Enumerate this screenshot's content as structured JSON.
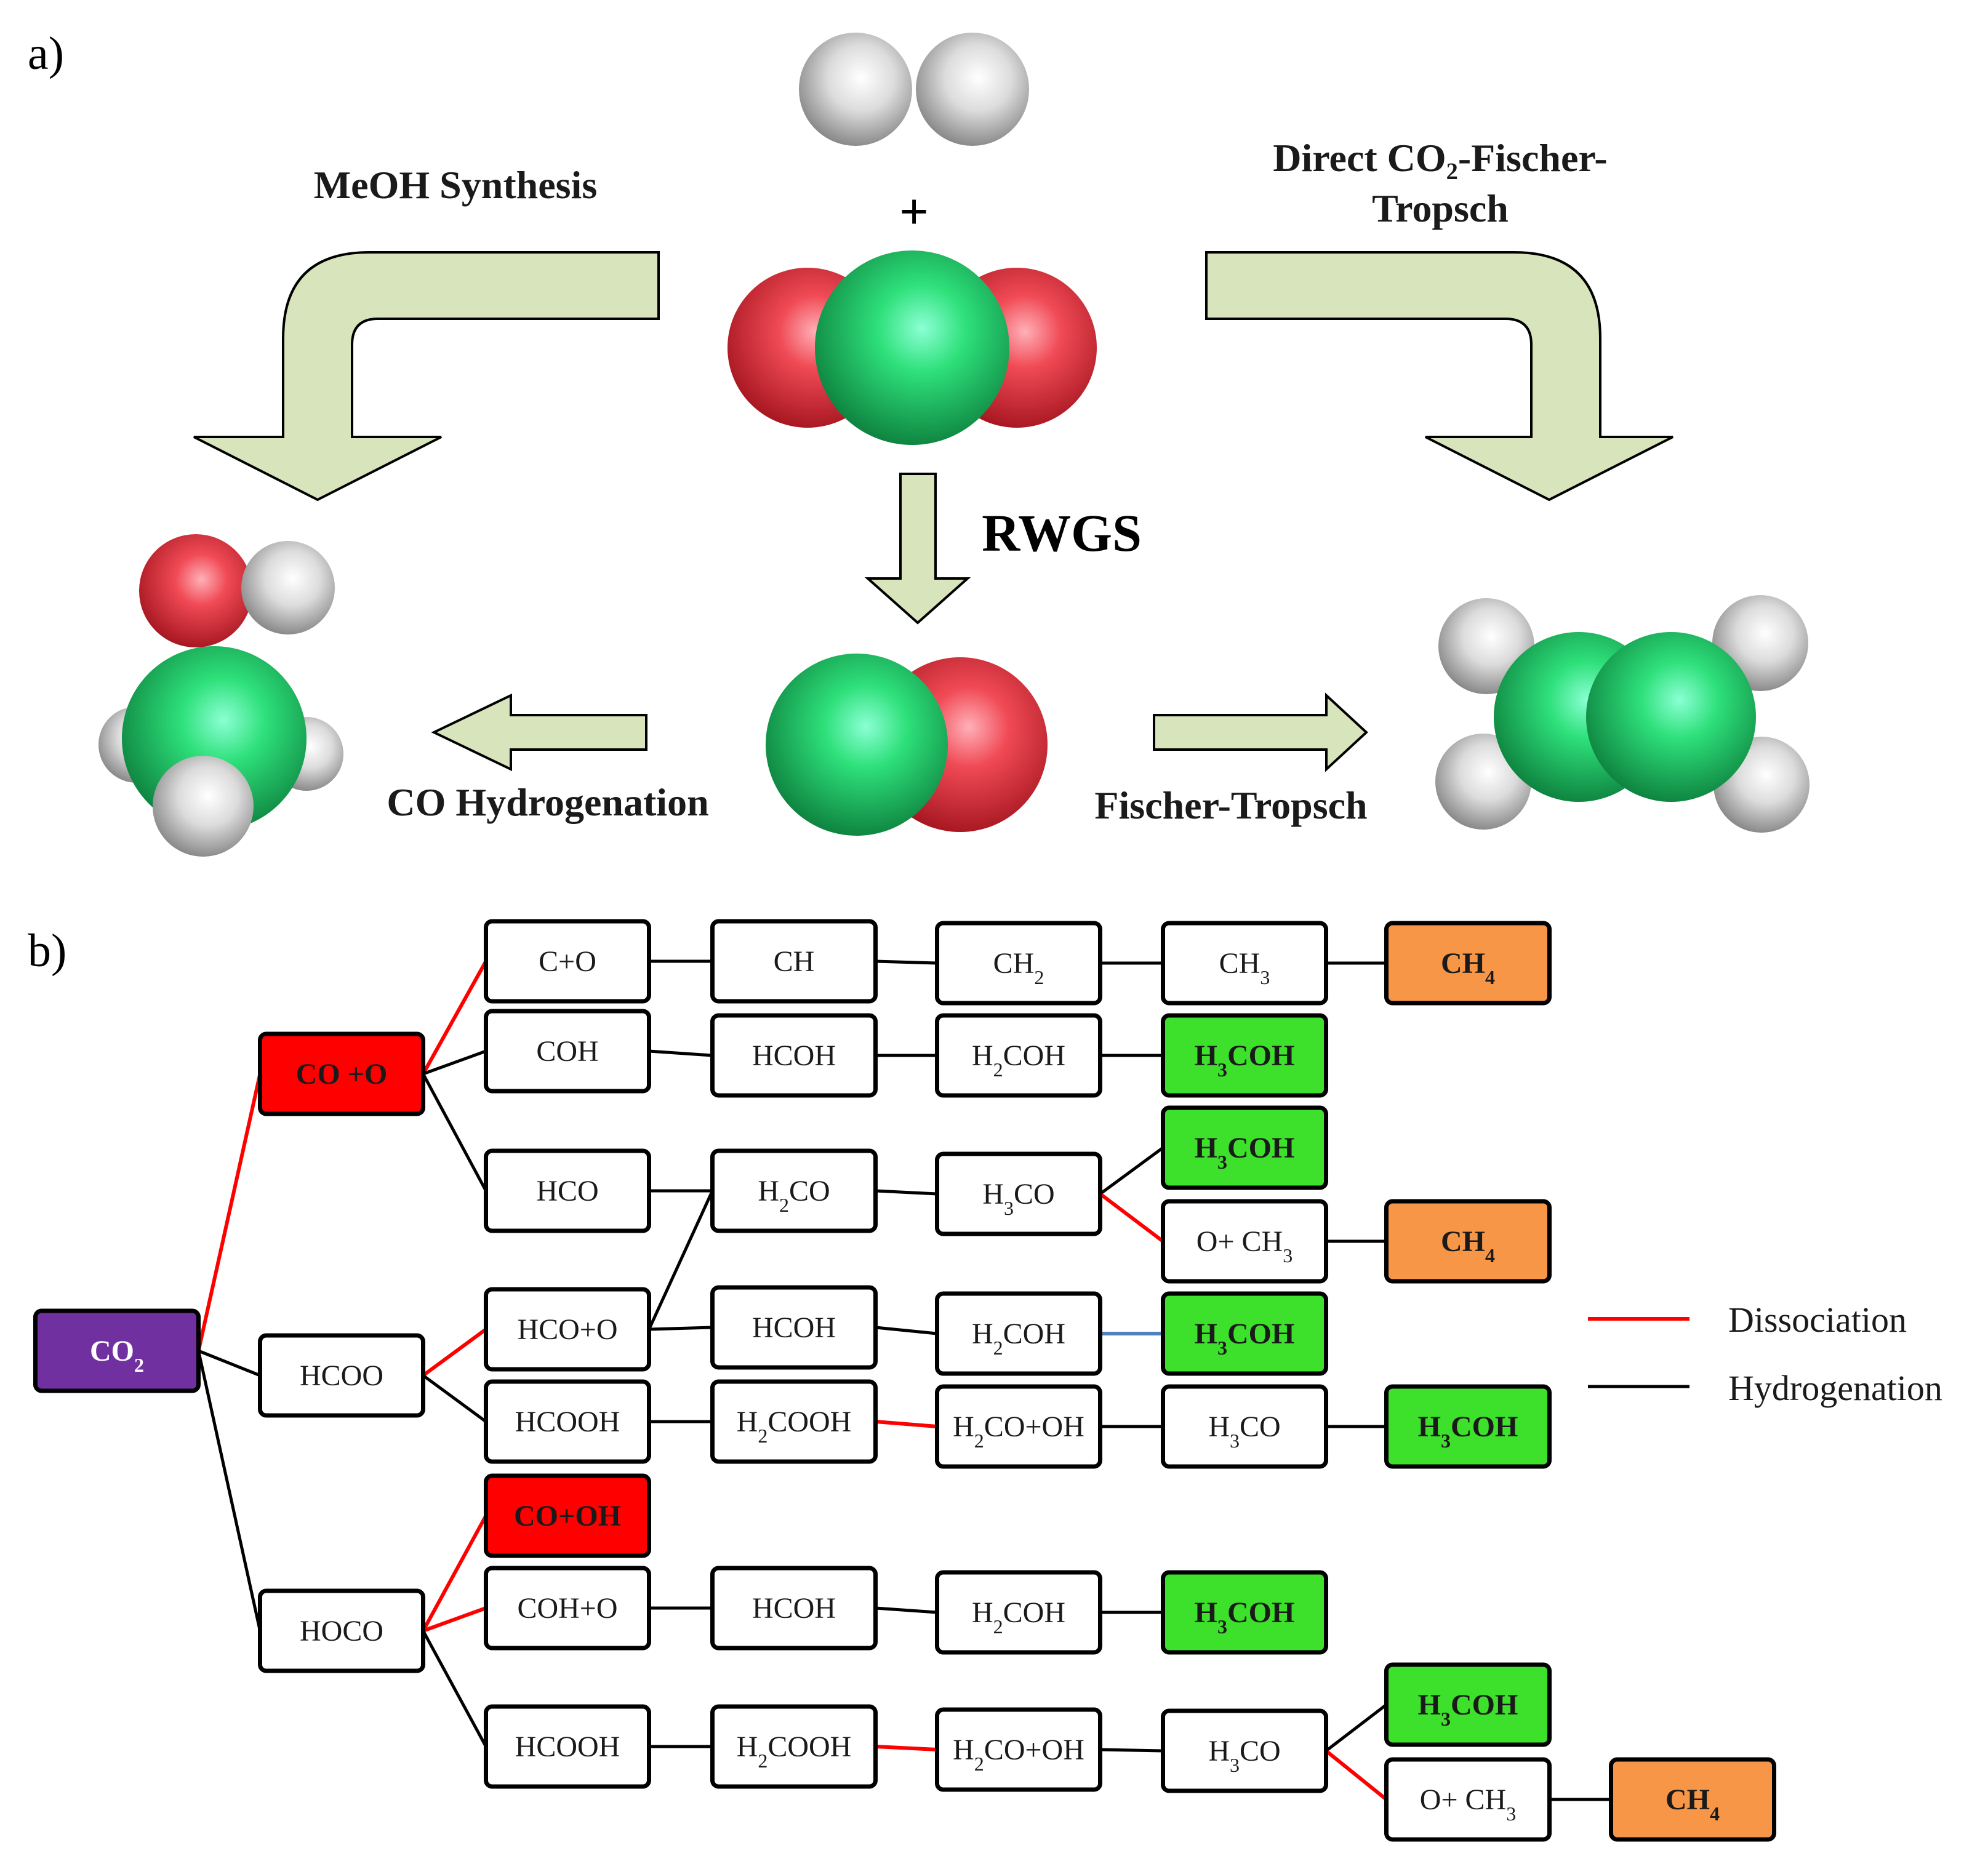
{
  "panel_a": {
    "label": "a)",
    "plus": "+",
    "pathways": {
      "meoh": [
        "MeOH Synthesis"
      ],
      "direct_ft": [
        "Direct CO₂-Fischer-",
        "Tropsch"
      ],
      "rwgs": [
        "RWGS"
      ],
      "co_hydrogenation": [
        "CO Hydrogenation"
      ],
      "fischer_tropsch": [
        "Fischer-Tropsch"
      ]
    }
  },
  "panel_b": {
    "label": "b)",
    "colors": {
      "co2": "#7030a0",
      "co": "#ff0000",
      "methanol": "#3de02b",
      "methane": "#f79646",
      "normal": "#ffffff",
      "dissociation": "#ff0000",
      "hydrogenation": "#000000",
      "other_link": "#4f81bd"
    },
    "nodes": [
      {
        "id": "co2",
        "segs": [
          {
            "t": "CO"
          },
          {
            "t": "2",
            "s": 1
          }
        ],
        "style": "co2"
      },
      {
        "id": "coo",
        "segs": [
          {
            "t": "CO +O"
          }
        ],
        "style": "co"
      },
      {
        "id": "hcoo",
        "segs": [
          {
            "t": "HCOO"
          }
        ],
        "style": "normal"
      },
      {
        "id": "hoco",
        "segs": [
          {
            "t": "HOCO"
          }
        ],
        "style": "normal"
      },
      {
        "id": "c_o",
        "segs": [
          {
            "t": "C+O"
          }
        ],
        "style": "normal"
      },
      {
        "id": "ch",
        "segs": [
          {
            "t": "CH"
          }
        ],
        "style": "normal"
      },
      {
        "id": "ch2",
        "segs": [
          {
            "t": "CH"
          },
          {
            "t": "2",
            "s": 1
          }
        ],
        "style": "normal"
      },
      {
        "id": "ch3",
        "segs": [
          {
            "t": "CH"
          },
          {
            "t": "3",
            "s": 1
          }
        ],
        "style": "normal"
      },
      {
        "id": "ch4_a",
        "segs": [
          {
            "t": "CH"
          },
          {
            "t": "4",
            "s": 1
          }
        ],
        "style": "methane"
      },
      {
        "id": "coh",
        "segs": [
          {
            "t": "COH"
          }
        ],
        "style": "normal"
      },
      {
        "id": "hcoh_a",
        "segs": [
          {
            "t": "HCOH"
          }
        ],
        "style": "normal"
      },
      {
        "id": "h2coh_a",
        "segs": [
          {
            "t": "H"
          },
          {
            "t": "2",
            "s": 1
          },
          {
            "t": "COH"
          }
        ],
        "style": "normal"
      },
      {
        "id": "h3coh_a",
        "segs": [
          {
            "t": "H"
          },
          {
            "t": "3",
            "s": 1
          },
          {
            "t": "COH"
          }
        ],
        "style": "methanol"
      },
      {
        "id": "hco",
        "segs": [
          {
            "t": "HCO"
          }
        ],
        "style": "normal"
      },
      {
        "id": "h2co",
        "segs": [
          {
            "t": "H"
          },
          {
            "t": "2",
            "s": 1
          },
          {
            "t": "CO"
          }
        ],
        "style": "normal"
      },
      {
        "id": "h3co_a",
        "segs": [
          {
            "t": "H"
          },
          {
            "t": "3",
            "s": 1
          },
          {
            "t": "CO"
          }
        ],
        "style": "normal"
      },
      {
        "id": "h3coh_b",
        "segs": [
          {
            "t": "H"
          },
          {
            "t": "3",
            "s": 1
          },
          {
            "t": "COH"
          }
        ],
        "style": "methanol"
      },
      {
        "id": "och3_a",
        "segs": [
          {
            "t": "O+ CH"
          },
          {
            "t": "3",
            "s": 1
          }
        ],
        "style": "normal"
      },
      {
        "id": "ch4_b",
        "segs": [
          {
            "t": "CH"
          },
          {
            "t": "4",
            "s": 1
          }
        ],
        "style": "methane"
      },
      {
        "id": "hco_o",
        "segs": [
          {
            "t": "HCO+O"
          }
        ],
        "style": "normal"
      },
      {
        "id": "hcoh_b",
        "segs": [
          {
            "t": "HCOH"
          }
        ],
        "style": "normal"
      },
      {
        "id": "h2coh_b",
        "segs": [
          {
            "t": "H"
          },
          {
            "t": "2",
            "s": 1
          },
          {
            "t": "COH"
          }
        ],
        "style": "normal"
      },
      {
        "id": "h3coh_c",
        "segs": [
          {
            "t": "H"
          },
          {
            "t": "3",
            "s": 1
          },
          {
            "t": "COH"
          }
        ],
        "style": "methanol"
      },
      {
        "id": "hcooh_a",
        "segs": [
          {
            "t": "HCOOH"
          }
        ],
        "style": "normal"
      },
      {
        "id": "h2cooh_a",
        "segs": [
          {
            "t": "H"
          },
          {
            "t": "2",
            "s": 1
          },
          {
            "t": "COOH"
          }
        ],
        "style": "normal"
      },
      {
        "id": "h2co_oh_a",
        "segs": [
          {
            "t": "H"
          },
          {
            "t": "2",
            "s": 1
          },
          {
            "t": "CO+OH"
          }
        ],
        "style": "normal"
      },
      {
        "id": "h3co_b",
        "segs": [
          {
            "t": "H"
          },
          {
            "t": "3",
            "s": 1
          },
          {
            "t": "CO"
          }
        ],
        "style": "normal"
      },
      {
        "id": "h3coh_d",
        "segs": [
          {
            "t": "H"
          },
          {
            "t": "3",
            "s": 1
          },
          {
            "t": "COH"
          }
        ],
        "style": "methanol"
      },
      {
        "id": "co_oh",
        "segs": [
          {
            "t": "CO+OH"
          }
        ],
        "style": "co"
      },
      {
        "id": "coh_o",
        "segs": [
          {
            "t": "COH+O"
          }
        ],
        "style": "normal"
      },
      {
        "id": "hcoh_c",
        "segs": [
          {
            "t": "HCOH"
          }
        ],
        "style": "normal"
      },
      {
        "id": "h2coh_c",
        "segs": [
          {
            "t": "H"
          },
          {
            "t": "2",
            "s": 1
          },
          {
            "t": "COH"
          }
        ],
        "style": "normal"
      },
      {
        "id": "h3coh_e",
        "segs": [
          {
            "t": "H"
          },
          {
            "t": "3",
            "s": 1
          },
          {
            "t": "COH"
          }
        ],
        "style": "methanol"
      },
      {
        "id": "hcooh_b",
        "segs": [
          {
            "t": "HCOOH"
          }
        ],
        "style": "normal"
      },
      {
        "id": "h2cooh_b",
        "segs": [
          {
            "t": "H"
          },
          {
            "t": "2",
            "s": 1
          },
          {
            "t": "COOH"
          }
        ],
        "style": "normal"
      },
      {
        "id": "h2co_oh_b",
        "segs": [
          {
            "t": "H"
          },
          {
            "t": "2",
            "s": 1
          },
          {
            "t": "CO+OH"
          }
        ],
        "style": "normal"
      },
      {
        "id": "h3co_c",
        "segs": [
          {
            "t": "H"
          },
          {
            "t": "3",
            "s": 1
          },
          {
            "t": "CO"
          }
        ],
        "style": "normal"
      },
      {
        "id": "h3coh_f",
        "segs": [
          {
            "t": "H"
          },
          {
            "t": "3",
            "s": 1
          },
          {
            "t": "COH"
          }
        ],
        "style": "methanol"
      },
      {
        "id": "och3_b",
        "segs": [
          {
            "t": "O+ CH"
          },
          {
            "t": "3",
            "s": 1
          }
        ],
        "style": "normal"
      },
      {
        "id": "ch4_c",
        "segs": [
          {
            "t": "CH"
          },
          {
            "t": "4",
            "s": 1
          }
        ],
        "style": "methane"
      }
    ],
    "edges": [
      {
        "from": "co2",
        "to": "coo",
        "type": "dissociation"
      },
      {
        "from": "co2",
        "to": "hcoo",
        "type": "hydrogenation"
      },
      {
        "from": "co2",
        "to": "hoco",
        "type": "hydrogenation"
      },
      {
        "from": "coo",
        "to": "c_o",
        "type": "dissociation"
      },
      {
        "from": "coo",
        "to": "coh",
        "type": "hydrogenation"
      },
      {
        "from": "coo",
        "to": "hco",
        "type": "hydrogenation"
      },
      {
        "from": "c_o",
        "to": "ch",
        "type": "hydrogenation"
      },
      {
        "from": "ch",
        "to": "ch2",
        "type": "hydrogenation"
      },
      {
        "from": "ch2",
        "to": "ch3",
        "type": "hydrogenation"
      },
      {
        "from": "ch3",
        "to": "ch4_a",
        "type": "hydrogenation"
      },
      {
        "from": "coh",
        "to": "hcoh_a",
        "type": "hydrogenation"
      },
      {
        "from": "hcoh_a",
        "to": "h2coh_a",
        "type": "hydrogenation"
      },
      {
        "from": "h2coh_a",
        "to": "h3coh_a",
        "type": "hydrogenation"
      },
      {
        "from": "hco",
        "to": "h2co",
        "type": "hydrogenation"
      },
      {
        "from": "h2co",
        "to": "h3co_a",
        "type": "hydrogenation"
      },
      {
        "from": "h3co_a",
        "to": "h3coh_b",
        "type": "hydrogenation"
      },
      {
        "from": "h3co_a",
        "to": "och3_a",
        "type": "dissociation"
      },
      {
        "from": "och3_a",
        "to": "ch4_b",
        "type": "hydrogenation"
      },
      {
        "from": "hcoo",
        "to": "hco_o",
        "type": "dissociation"
      },
      {
        "from": "hcoo",
        "to": "hcooh_a",
        "type": "hydrogenation"
      },
      {
        "from": "hco_o",
        "to": "h2co",
        "type": "hydrogenation"
      },
      {
        "from": "hco_o",
        "to": "hcoh_b",
        "type": "hydrogenation"
      },
      {
        "from": "hcoh_b",
        "to": "h2coh_b",
        "type": "hydrogenation"
      },
      {
        "from": "h2coh_b",
        "to": "h3coh_c",
        "type": "other"
      },
      {
        "from": "hcooh_a",
        "to": "h2cooh_a",
        "type": "hydrogenation"
      },
      {
        "from": "h2cooh_a",
        "to": "h2co_oh_a",
        "type": "dissociation"
      },
      {
        "from": "h2co_oh_a",
        "to": "h3co_b",
        "type": "hydrogenation"
      },
      {
        "from": "h3co_b",
        "to": "h3coh_d",
        "type": "hydrogenation"
      },
      {
        "from": "hoco",
        "to": "co_oh",
        "type": "dissociation"
      },
      {
        "from": "hoco",
        "to": "coh_o",
        "type": "dissociation"
      },
      {
        "from": "hoco",
        "to": "hcooh_b",
        "type": "hydrogenation"
      },
      {
        "from": "coh_o",
        "to": "hcoh_c",
        "type": "hydrogenation"
      },
      {
        "from": "hcoh_c",
        "to": "h2coh_c",
        "type": "hydrogenation"
      },
      {
        "from": "h2coh_c",
        "to": "h3coh_e",
        "type": "hydrogenation"
      },
      {
        "from": "hcooh_b",
        "to": "h2cooh_b",
        "type": "hydrogenation"
      },
      {
        "from": "h2cooh_b",
        "to": "h2co_oh_b",
        "type": "dissociation"
      },
      {
        "from": "h2co_oh_b",
        "to": "h3co_c",
        "type": "hydrogenation"
      },
      {
        "from": "h3co_c",
        "to": "h3coh_f",
        "type": "hydrogenation"
      },
      {
        "from": "h3co_c",
        "to": "och3_b",
        "type": "dissociation"
      },
      {
        "from": "och3_b",
        "to": "ch4_c",
        "type": "hydrogenation"
      }
    ],
    "legend": [
      {
        "label": "Dissociation",
        "color": "#ff0000"
      },
      {
        "label": "Hydrogenation",
        "color": "#000000"
      }
    ]
  }
}
